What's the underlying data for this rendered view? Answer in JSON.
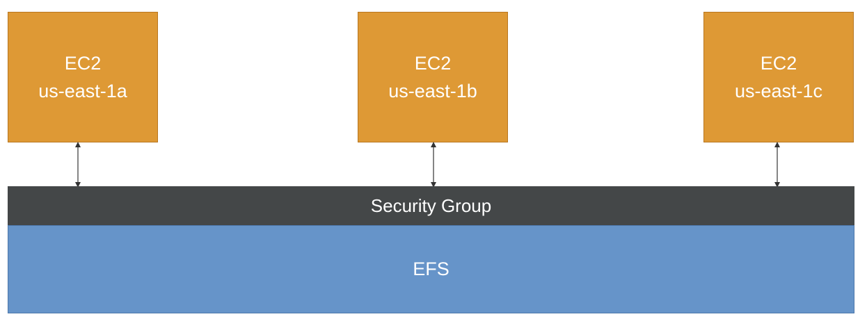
{
  "colors": {
    "ec2_fill": "#de9935",
    "security_group_fill": "#444748",
    "efs_fill": "#6694c9",
    "arrow": "#333333"
  },
  "instances": [
    {
      "service": "EC2",
      "zone": "us-east-1a"
    },
    {
      "service": "EC2",
      "zone": "us-east-1b"
    },
    {
      "service": "EC2",
      "zone": "us-east-1c"
    }
  ],
  "security_group": {
    "label": "Security Group"
  },
  "efs": {
    "label": "EFS"
  }
}
